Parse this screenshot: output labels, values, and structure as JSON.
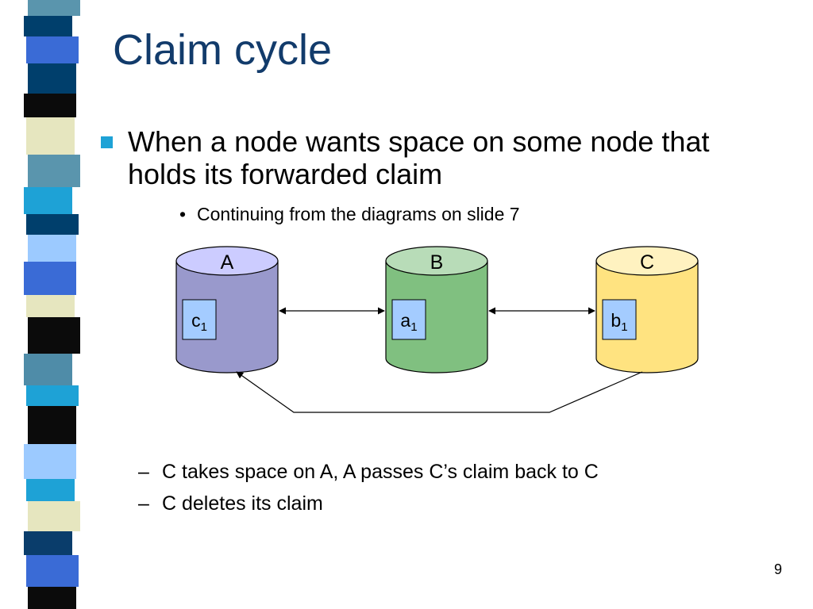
{
  "slide": {
    "title": "Claim cycle",
    "bullet_main": "When a node wants space on some node that holds its forwarded claim",
    "bullet_sub": "Continuing from the diagrams on slide 7",
    "dash_items": [
      "C takes space on A, A passes C’s claim back to C",
      "C deletes its claim"
    ],
    "page_number": "9"
  },
  "diagram": {
    "nodes": [
      {
        "id": "A",
        "label": "A",
        "fill": "#9999cc",
        "top_fill": "#ccccff",
        "box": {
          "letter": "c",
          "subscript": "1"
        }
      },
      {
        "id": "B",
        "label": "B",
        "fill": "#80c080",
        "top_fill": "#b8dcb8",
        "box": {
          "letter": "a",
          "subscript": "1"
        }
      },
      {
        "id": "C",
        "label": "C",
        "fill": "#ffe380",
        "top_fill": "#fff2c0",
        "box": {
          "letter": "b",
          "subscript": "1"
        }
      }
    ],
    "edges": [
      {
        "from": "A",
        "to": "B",
        "type": "bidirectional"
      },
      {
        "from": "B",
        "to": "C",
        "type": "bidirectional"
      },
      {
        "from": "C",
        "to": "A",
        "type": "return-path"
      }
    ],
    "box_fill": "#a4ccff"
  },
  "theme": {
    "title_color": "#123b6b",
    "bullet_color": "#1ea2d6",
    "stripe_colors": [
      "#5a95ad",
      "#003f6c",
      "#3a6bd6",
      "#0b0b0b",
      "#e6e6bf",
      "#1ea2d6",
      "#9ccaff",
      "#4f8ca8",
      "#0a3d6b"
    ]
  }
}
